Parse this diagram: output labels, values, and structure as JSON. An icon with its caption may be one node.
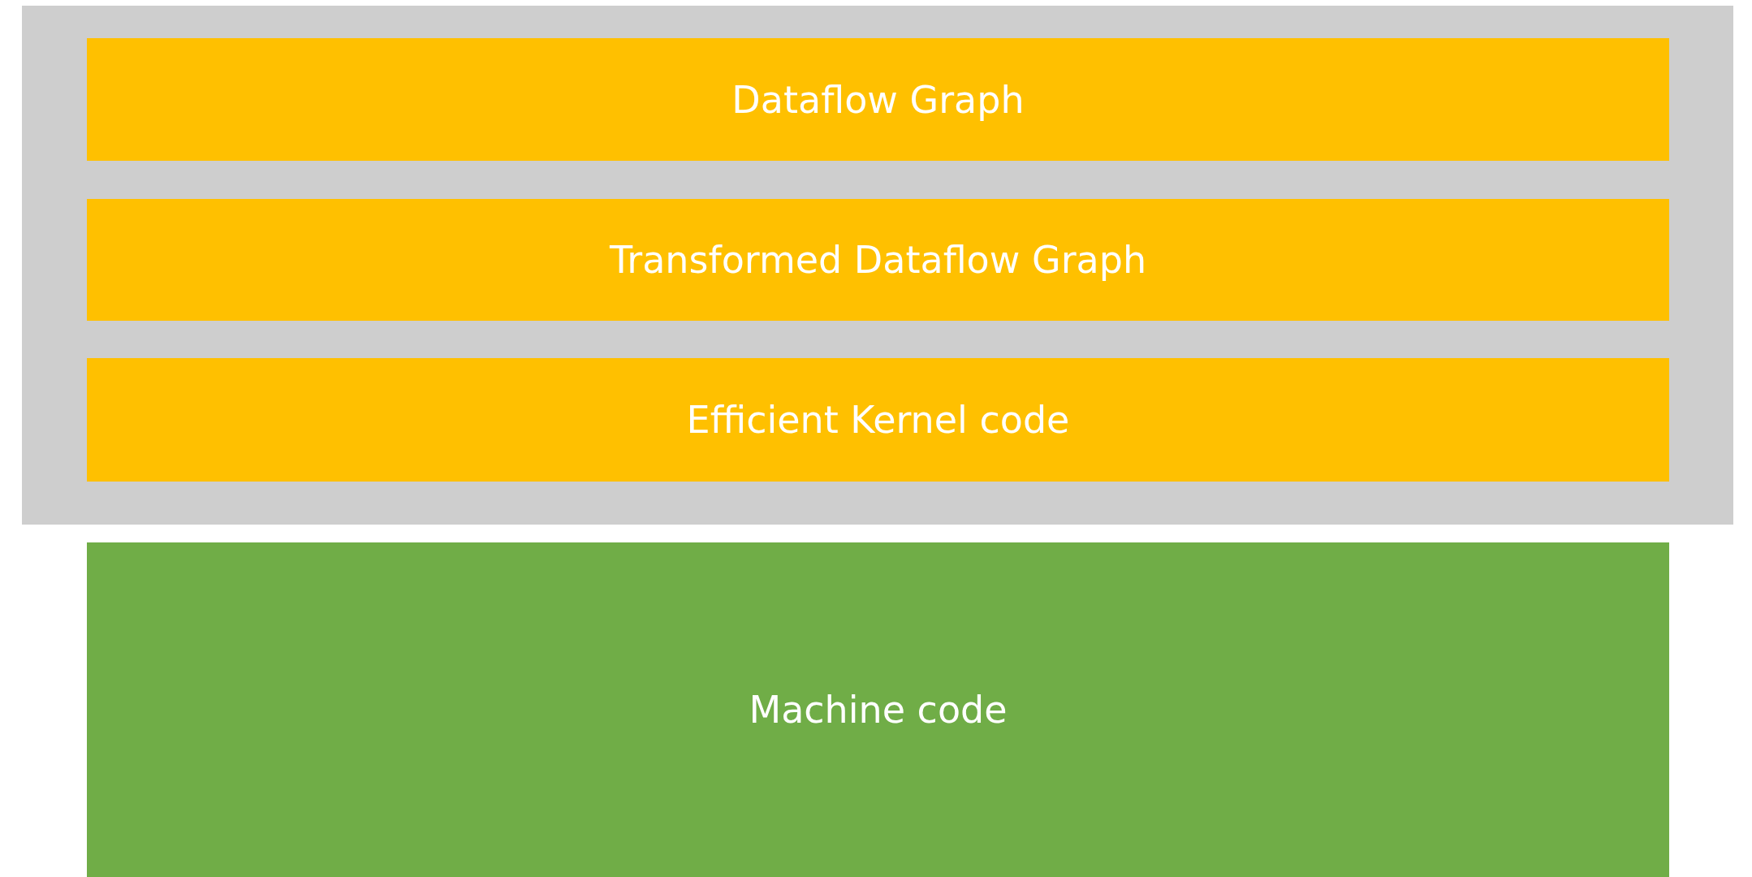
{
  "diagram": {
    "nodes": [
      {
        "text": [],
        "shape": "box"
      },
      {
        "text": [
          "Dataflow Graph"
        ],
        "in": 0
      },
      {
        "text": [
          "Transformed Dataflow Graph"
        ],
        "in": 0
      },
      {
        "text": [
          "Efficient Kernel code"
        ],
        "in": 0
      },
      {
        "text": [
          "Machine code"
        ]
      }
    ]
  }
}
